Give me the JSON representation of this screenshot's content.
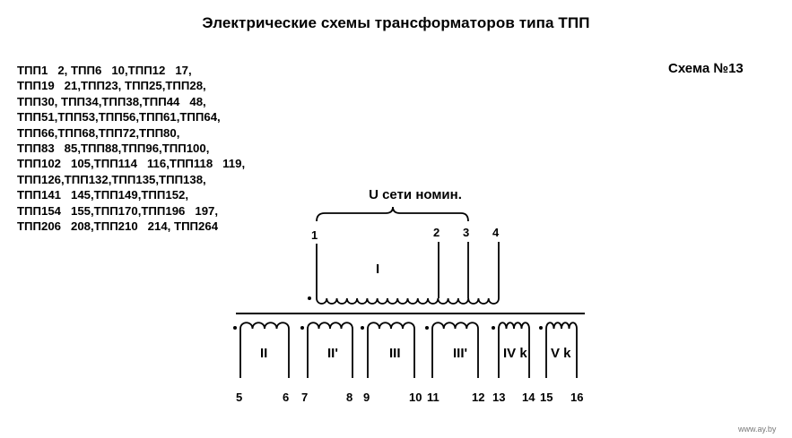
{
  "title": "Электрические схемы трансформаторов типа ТПП",
  "scheme_label": "Схема №13",
  "model_lines": [
    "ТПП1   2, ТПП6   10,ТПП12   17,",
    "ТПП19   21,ТПП23, ТПП25,ТПП28,",
    "ТПП30, ТПП34,ТПП38,ТПП44   48,",
    "ТПП51,ТПП53,ТПП56,ТПП61,ТПП64,",
    "ТПП66,ТПП68,ТПП72,ТПП80,",
    "ТПП83   85,ТПП88,ТПП96,ТПП100,",
    "ТПП102   105,ТПП114   116,ТПП118   119,",
    "ТПП126,ТПП132,ТПП135,ТПП138,",
    "ТПП141   145,ТПП149,ТПП152,",
    "ТПП154   155,ТПП170,ТПП196   197,",
    "ТПП206   208,ТПП210   214, ТПП264"
  ],
  "primary": {
    "brace_label": "U сети номин.",
    "winding_label": "I",
    "terminals": [
      "1",
      "2",
      "3",
      "4"
    ]
  },
  "secondaries": [
    {
      "label": "II",
      "terminals": [
        "5",
        "6"
      ]
    },
    {
      "label": "II'",
      "terminals": [
        "7",
        "8"
      ]
    },
    {
      "label": "III",
      "terminals": [
        "9",
        "10"
      ]
    },
    {
      "label": "III'",
      "terminals": [
        "11",
        "12"
      ]
    },
    {
      "label": "IV k",
      "terminals": [
        "13",
        "14"
      ]
    },
    {
      "label": "V k",
      "terminals": [
        "15",
        "16"
      ]
    }
  ],
  "watermark": "www.ay.by"
}
